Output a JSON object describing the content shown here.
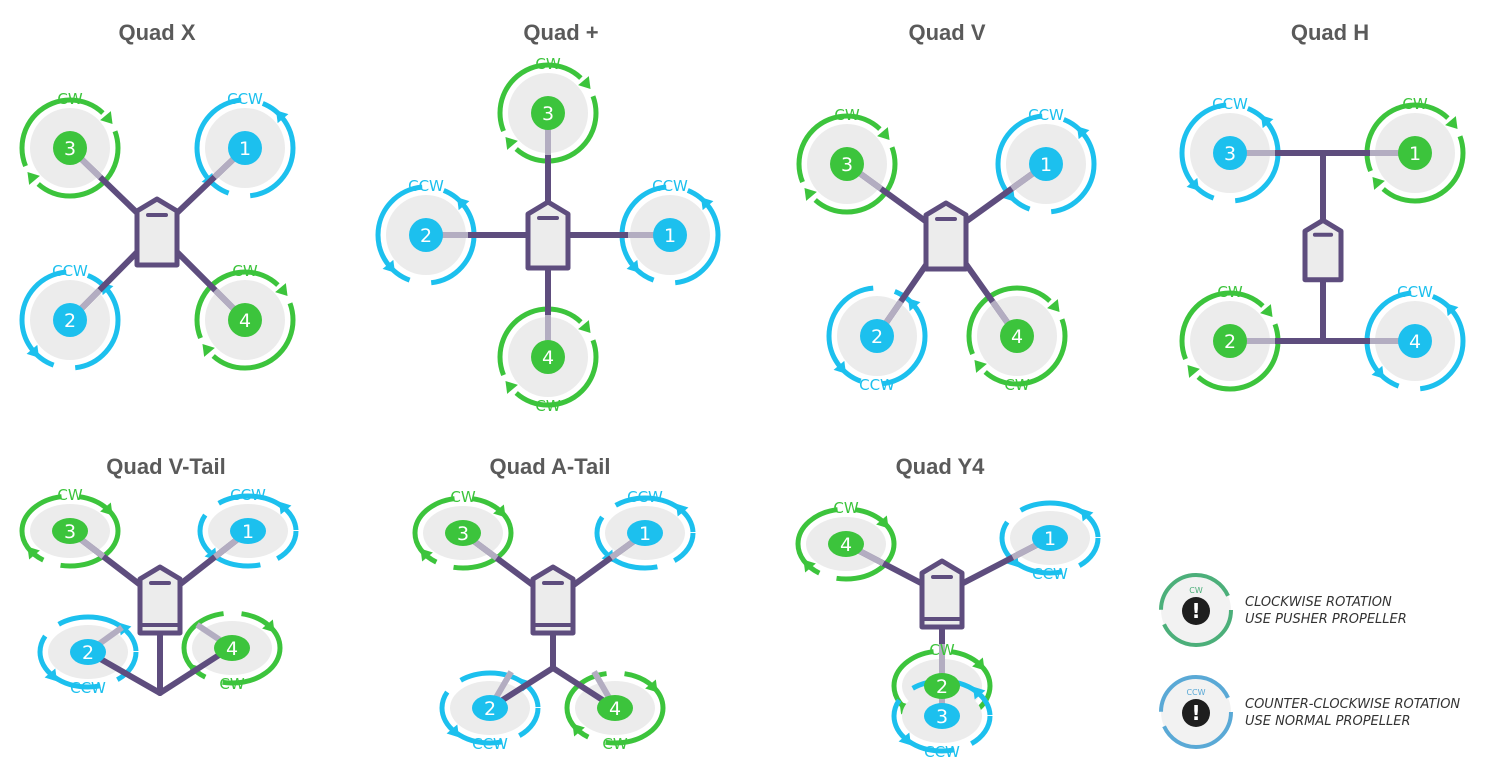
{
  "colors": {
    "cw": "#3cc43c",
    "ccw": "#1cc0ee",
    "frame": "#5e4d7e",
    "arm_light": "#b3adc1",
    "disc": "#ececec",
    "dark": "#1e1e1e",
    "title": "#5a5a5a"
  },
  "labels": {
    "cw": "CW",
    "ccw": "CCW"
  },
  "diagrams": [
    {
      "title": "Quad X",
      "motors": [
        {
          "n": "3",
          "dir": "cw",
          "label_pos": "top"
        },
        {
          "n": "1",
          "dir": "ccw",
          "label_pos": "top"
        },
        {
          "n": "2",
          "dir": "ccw",
          "label_pos": "top"
        },
        {
          "n": "4",
          "dir": "cw",
          "label_pos": "top"
        }
      ]
    },
    {
      "title": "Quad +",
      "motors": [
        {
          "n": "3",
          "dir": "cw",
          "label_pos": "top"
        },
        {
          "n": "2",
          "dir": "ccw",
          "label_pos": "top"
        },
        {
          "n": "1",
          "dir": "ccw",
          "label_pos": "top"
        },
        {
          "n": "4",
          "dir": "cw",
          "label_pos": "bottom"
        }
      ]
    },
    {
      "title": "Quad V",
      "motors": [
        {
          "n": "3",
          "dir": "cw",
          "label_pos": "top"
        },
        {
          "n": "1",
          "dir": "ccw",
          "label_pos": "top"
        },
        {
          "n": "2",
          "dir": "ccw",
          "label_pos": "bottom"
        },
        {
          "n": "4",
          "dir": "cw",
          "label_pos": "bottom"
        }
      ]
    },
    {
      "title": "Quad H",
      "motors": [
        {
          "n": "3",
          "dir": "ccw",
          "label_pos": "top"
        },
        {
          "n": "1",
          "dir": "cw",
          "label_pos": "top"
        },
        {
          "n": "2",
          "dir": "cw",
          "label_pos": "top"
        },
        {
          "n": "4",
          "dir": "ccw",
          "label_pos": "top"
        }
      ]
    },
    {
      "title": "Quad V-Tail",
      "motors": [
        {
          "n": "3",
          "dir": "cw",
          "label_pos": "top"
        },
        {
          "n": "1",
          "dir": "ccw",
          "label_pos": "top"
        },
        {
          "n": "2",
          "dir": "ccw",
          "label_pos": "bottom"
        },
        {
          "n": "4",
          "dir": "cw",
          "label_pos": "bottom"
        }
      ]
    },
    {
      "title": "Quad A-Tail",
      "motors": [
        {
          "n": "3",
          "dir": "cw",
          "label_pos": "top"
        },
        {
          "n": "1",
          "dir": "ccw",
          "label_pos": "top"
        },
        {
          "n": "2",
          "dir": "ccw",
          "label_pos": "bottom"
        },
        {
          "n": "4",
          "dir": "cw",
          "label_pos": "bottom"
        }
      ]
    },
    {
      "title": "Quad Y4",
      "motors": [
        {
          "n": "4",
          "dir": "cw",
          "label_pos": "top"
        },
        {
          "n": "1",
          "dir": "ccw",
          "label_pos": "bottom"
        },
        {
          "n": "2",
          "dir": "cw",
          "label_pos": "top"
        },
        {
          "n": "3",
          "dir": "ccw",
          "label_pos": "bottom"
        }
      ]
    }
  ],
  "legend": {
    "cw": {
      "badge": "CW",
      "line1": "CLOCKWISE ROTATION",
      "line2": "USE PUSHER PROPELLER",
      "ring_color": "#4caf7a",
      "icon": "exclamation-icon"
    },
    "ccw": {
      "badge": "CCW",
      "line1": "COUNTER-CLOCKWISE ROTATION",
      "line2": "USE NORMAL PROPELLER",
      "ring_color": "#5aa9d6",
      "icon": "exclamation-icon"
    }
  }
}
